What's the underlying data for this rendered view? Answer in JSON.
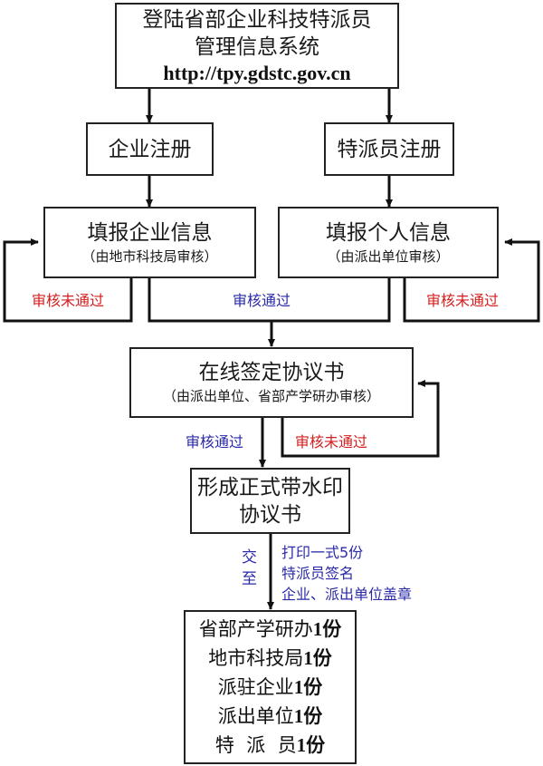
{
  "title_box": {
    "line1": "登陆省部企业科技特派员",
    "line2": "管理信息系统",
    "url": "http://tpy.gdstc.gov.cn"
  },
  "register": {
    "enterprise": "企业注册",
    "envoy": "特派员注册"
  },
  "fill_info": {
    "enterprise": {
      "title": "填报企业信息",
      "note": "（由地市科技局审核）"
    },
    "personal": {
      "title": "填报个人信息",
      "note": "（由派出单位审核）"
    }
  },
  "labels": {
    "fail_left": "审核未通过",
    "pass_middle": "审核通过",
    "fail_right": "审核未通过",
    "pass_sign": "审核通过",
    "fail_sign": "审核未通过"
  },
  "sign_box": {
    "title": "在线签定协议书",
    "note": "（由派出单位、省部产学研办审核）"
  },
  "formal_box": {
    "line1": "形成正式带水印",
    "line2": "协议书"
  },
  "submit": {
    "vertical_label": [
      "交",
      "至"
    ],
    "instructions": [
      "打印一式5份",
      "特派员签名",
      "企业、派出单位盖章"
    ]
  },
  "distribution": [
    {
      "name": "省部产学研办",
      "count": "1份"
    },
    {
      "name": "地市科技局",
      "count": "1份"
    },
    {
      "name": "派驻企业",
      "count": "1份"
    },
    {
      "name": "派出单位",
      "count": "1份"
    },
    {
      "name": "特  派  员",
      "count": "1份"
    }
  ],
  "colors": {
    "fail": "#d42020",
    "pass": "#2a2aa8",
    "line": "#111111"
  }
}
